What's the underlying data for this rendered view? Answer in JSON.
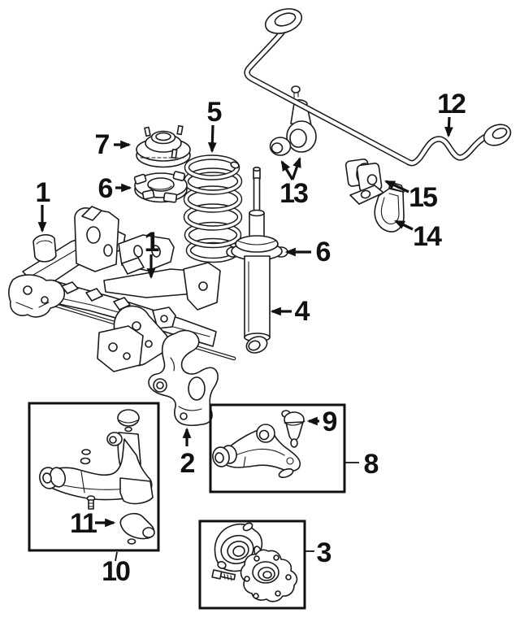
{
  "diagram": {
    "background_color": "#ffffff",
    "line_color": "#1b1b1b",
    "callouts": {
      "frame_left": {
        "label": "1"
      },
      "frame_right": {
        "label": "1"
      },
      "steering_knuckle": {
        "label": "2"
      },
      "hub_and_bearing": {
        "label": "3"
      },
      "shock_absorber": {
        "label": "4"
      },
      "coil_spring": {
        "label": "5"
      },
      "spring_seat_a": {
        "label": "6"
      },
      "spring_seat_b": {
        "label": "6"
      },
      "strut_mount": {
        "label": "7"
      },
      "upper_control_arm": {
        "label": "8"
      },
      "upper_ball_joint": {
        "label": "9"
      },
      "lower_control_arm": {
        "label": "10"
      },
      "lower_arm_bracket": {
        "label": "11"
      },
      "stabilizer_bar": {
        "label": "12"
      },
      "stabilizer_link": {
        "label": "13"
      },
      "stabilizer_bracket": {
        "label": "14"
      },
      "stabilizer_bushing": {
        "label": "15"
      }
    }
  }
}
